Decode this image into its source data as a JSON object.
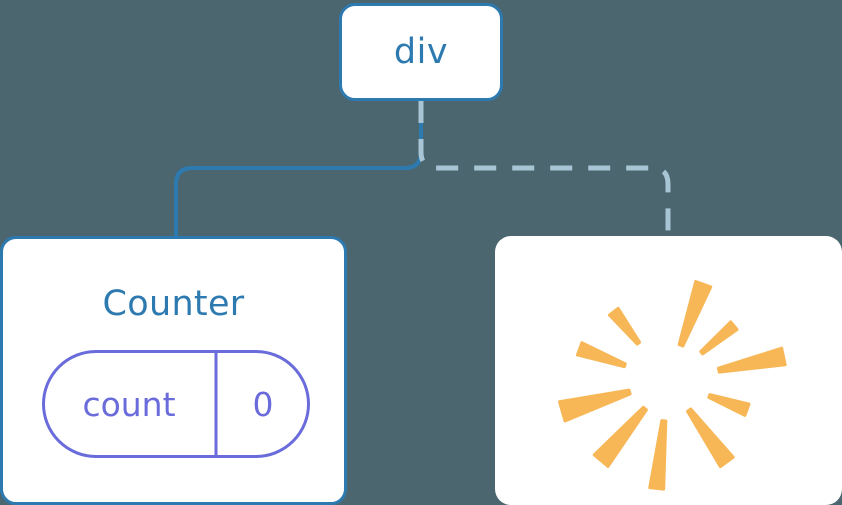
{
  "diagram": {
    "title": "react-component-tree-rerender",
    "background_color": "#4c6670",
    "accent_blue": "#2d7ab0",
    "accent_purple": "#6a6cdb",
    "accent_orange": "#f7b757",
    "dashed_edge_color": "#a8c5d6",
    "card_fill": "#ffffff"
  },
  "nodes": {
    "root": {
      "label": "div",
      "kind": "dom-element"
    },
    "counter": {
      "label": "Counter",
      "kind": "component",
      "state": {
        "key": "count",
        "value": "0"
      }
    },
    "rerender": {
      "label": "",
      "kind": "component",
      "effect": "sparkle-burst",
      "ray_count": 10
    }
  },
  "edges": [
    {
      "id": "root-to-counter",
      "from": "root",
      "to": "counter",
      "style": "solid",
      "color": "#2d7ab0"
    },
    {
      "id": "root-to-rerender",
      "from": "root",
      "to": "rerender",
      "style": "dashed",
      "color": "#a8c5d6"
    }
  ],
  "sparkle_rays": [
    {
      "angle": -70,
      "inner": 38,
      "outer": 103,
      "w_in": 4,
      "w_out": 16
    },
    {
      "angle": -40,
      "inner": 44,
      "outer": 86,
      "w_in": 3,
      "w_out": 10
    },
    {
      "angle": -12,
      "inner": 52,
      "outer": 118,
      "w_in": 4,
      "w_out": 17
    },
    {
      "angle": 20,
      "inner": 44,
      "outer": 84,
      "w_in": 3,
      "w_out": 12
    },
    {
      "angle": 54,
      "inner": 36,
      "outer": 100,
      "w_in": 4,
      "w_out": 16
    },
    {
      "angle": 96,
      "inner": 40,
      "outer": 108,
      "w_in": 4,
      "w_out": 14
    },
    {
      "angle": 130,
      "inner": 36,
      "outer": 104,
      "w_in": 4,
      "w_out": 18
    },
    {
      "angle": 164,
      "inner": 40,
      "outer": 110,
      "w_in": 4,
      "w_out": 20
    },
    {
      "angle": 200,
      "inner": 46,
      "outer": 94,
      "w_in": 3,
      "w_out": 13
    },
    {
      "angle": 232,
      "inner": 48,
      "outer": 88,
      "w_in": 3,
      "w_out": 11
    }
  ]
}
